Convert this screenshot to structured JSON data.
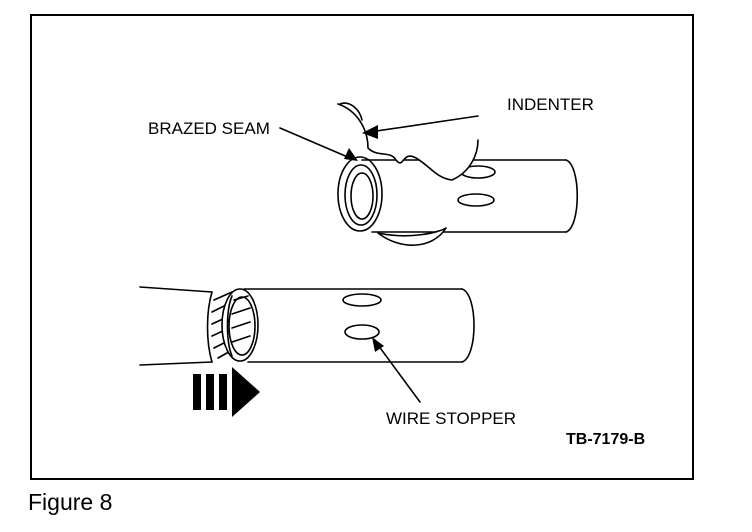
{
  "labels": {
    "indenter": "INDENTER",
    "brazed_seam": "BRAZED SEAM",
    "wire_stopper": "WIRE STOPPER",
    "figure_code": "TB-7179-B"
  },
  "caption": "Figure 8",
  "icons": {
    "tube_top": "brazed-tube-icon",
    "tube_bottom": "tube-with-cable-icon",
    "indenter_tool": "indenter-jaw-icon",
    "insert_direction": "dashed-arrow-right-icon"
  },
  "colors": {
    "line": "#000000",
    "background": "#ffffff"
  }
}
